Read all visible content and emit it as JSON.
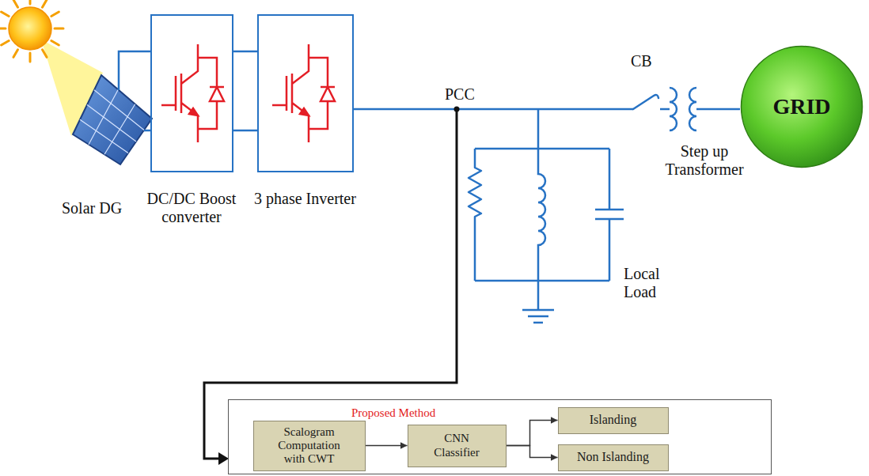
{
  "diagram": {
    "nodes": [
      {
        "text": [
          "DC/DC Boost converter"
        ]
      },
      {
        "text": [
          "3 phase Inverter"
        ]
      },
      {
        "text": [
          "GRID"
        ]
      },
      {
        "text": [
          "Proposed Method"
        ]
      },
      {
        "text": [
          "Scalogram Computation with CWT"
        ],
        "in": 3
      },
      {
        "text": [
          "CNN Classifier"
        ],
        "in": 3
      },
      {
        "text": [
          "Islanding"
        ],
        "in": 3
      },
      {
        "text": [
          "Non Islanding"
        ],
        "in": 3
      }
    ],
    "edges": [
      {
        "from": 0,
        "to": 1,
        "arrow": "none"
      },
      {
        "from": 0,
        "to": 1,
        "arrow": "none"
      },
      {
        "from": 4,
        "to": 5,
        "arrow": "to"
      },
      {
        "from": 5,
        "to": 6,
        "arrow": "to"
      },
      {
        "from": 5,
        "to": 7,
        "arrow": "to"
      }
    ],
    "labels": [
      "Solar DG",
      "PCC",
      "CB",
      "Step up Transformer",
      "Local Load"
    ]
  }
}
